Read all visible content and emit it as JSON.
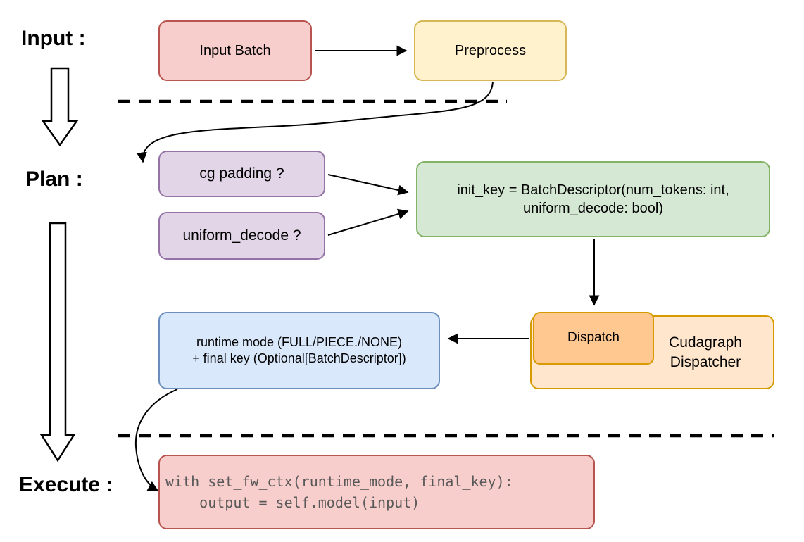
{
  "stages": {
    "input_label": "Input :",
    "plan_label": "Plan :",
    "execute_label": "Execute :"
  },
  "nodes": {
    "input_batch": {
      "label": "Input Batch"
    },
    "preprocess": {
      "label": "Preprocess"
    },
    "cg_padding": {
      "label": "cg padding ?"
    },
    "uniform_decode": {
      "label": "uniform_decode ?"
    },
    "init_key": {
      "line1": "init_key = BatchDescriptor(num_tokens: int,",
      "line2": "uniform_decode: bool)"
    },
    "dispatch": {
      "label": "Dispatch"
    },
    "cudagraph_dispatcher": {
      "line1": "Cudagraph",
      "line2": "Dispatcher"
    },
    "runtime_mode": {
      "line1": "runtime mode (FULL/PIECE./NONE)",
      "line2": "+ final key (Optional[BatchDescriptor])"
    },
    "execute_code": {
      "line1": "with set_fw_ctx(runtime_mode, final_key):",
      "line2": "    output = self.model(input)"
    }
  },
  "colors": {
    "red_fill": "#f8cecc",
    "red_stroke": "#b85450",
    "yellow_fill": "#fff2cc",
    "yellow_stroke": "#d6b656",
    "purple_fill": "#e1d5e7",
    "purple_stroke": "#9673a6",
    "green_fill": "#d5e8d4",
    "green_stroke": "#82b366",
    "blue_fill": "#dae8fc",
    "blue_stroke": "#6c8ebf",
    "orange_outer_fill": "#ffe6cc",
    "orange_inner_fill": "#ffc891",
    "orange_stroke": "#d79b00",
    "connector": "#000000",
    "code_text": "#595959"
  }
}
